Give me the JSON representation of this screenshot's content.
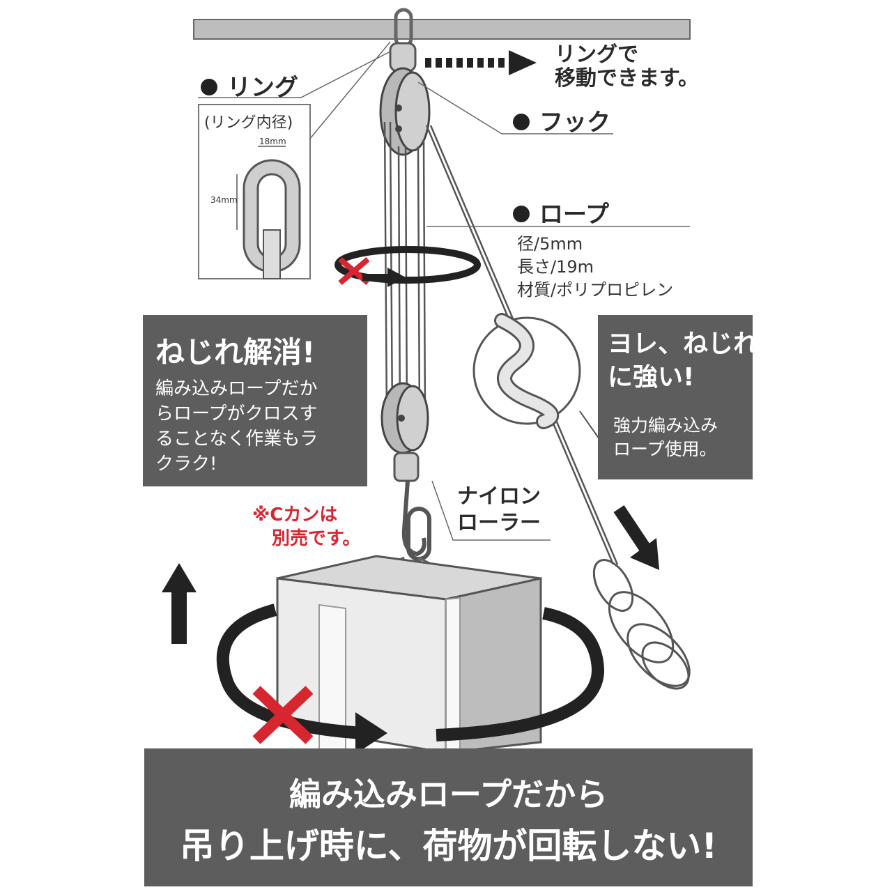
{
  "ring_label": "リング",
  "ring_inset": {
    "caption": "(リング内径)",
    "width_dim": "18mm",
    "height_dim": "34mm"
  },
  "move_note": [
    "リングで",
    "移動できます。"
  ],
  "hook_label": "フック",
  "rope_label": "ロープ",
  "rope_specs": [
    "径/5mm",
    "長さ/19m",
    "材質/ポリプロピレン"
  ],
  "twist_box": {
    "title": "ねじれ解消!",
    "lines": [
      "編み込みロープだか",
      "らロープがクロスす",
      "ることなく作業もラ",
      "クラク!"
    ]
  },
  "strong_box": {
    "title_lines": [
      "ヨレ、ねじれ",
      "に強い!"
    ],
    "lines": [
      "強力編み込み",
      "ロープ使用。"
    ]
  },
  "nylon_roller": [
    "ナイロン",
    "ローラー"
  ],
  "ckan_note": [
    "※Cカンは",
    "別売です。"
  ],
  "bottom_banner": {
    "line1": "編み込みロープだから",
    "line2": "吊り上げ時に、荷物が回転しない!"
  },
  "colors": {
    "dark_box": "#5d5d5d",
    "red_accent": "#d6262f",
    "arrow": "#222222",
    "ceiling_bar": "#bdbdbd"
  }
}
